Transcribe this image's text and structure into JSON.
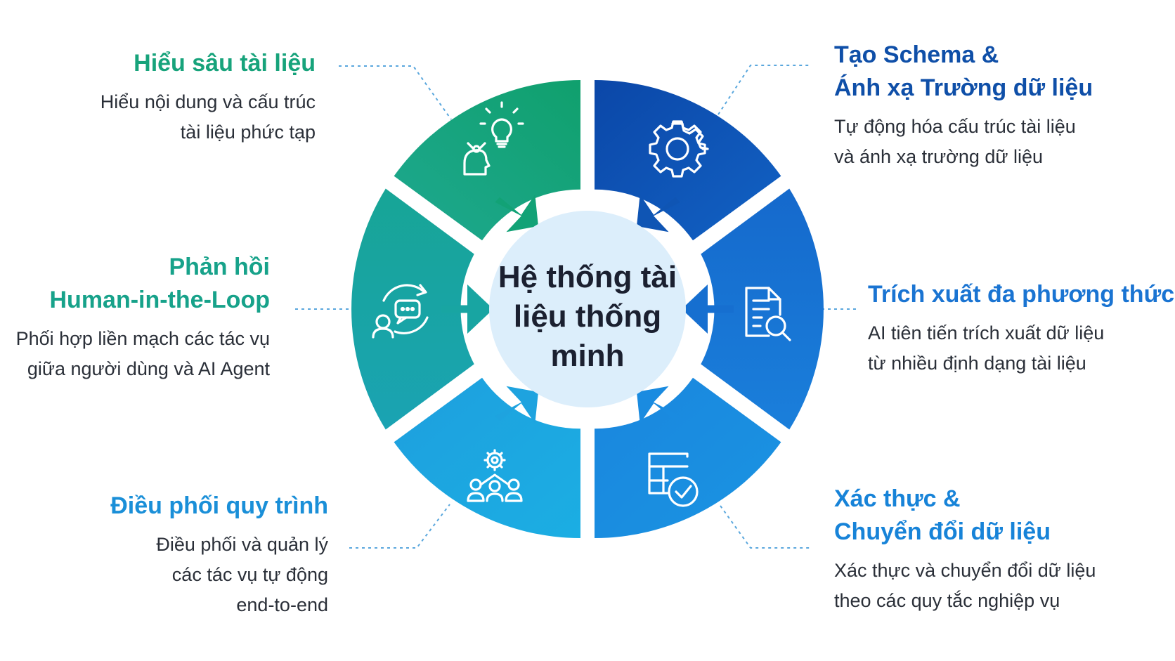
{
  "center": {
    "lines": [
      "Hệ thống",
      "tài liệu",
      "thống minh"
    ]
  },
  "segments": [
    {
      "id": "understand",
      "icon": "idea-head-icon",
      "color": "#17a37b",
      "title": [
        "Hiểu sâu tài liệu"
      ],
      "desc": [
        "Hiểu nội dung và cấu trúc",
        "tài liệu phức tạp"
      ]
    },
    {
      "id": "schema",
      "icon": "gear-icon",
      "color": "#0f52b0",
      "title": [
        "Tạo Schema &",
        "Ánh xạ Trường dữ liệu"
      ],
      "desc": [
        "Tự động hóa cấu trúc tài liệu",
        "và ánh xạ trường dữ liệu"
      ]
    },
    {
      "id": "extract",
      "icon": "document-search-icon",
      "color": "#1777d6",
      "title": [
        "Trích xuất đa phương thức"
      ],
      "desc": [
        "AI tiên tiến trích xuất dữ liệu",
        "từ nhiều định dạng tài liệu"
      ]
    },
    {
      "id": "validate",
      "icon": "table-check-icon",
      "color": "#1a8ee0",
      "title": [
        "Xác thực &",
        "Chuyển đổi dữ liệu"
      ],
      "desc": [
        "Xác thực và chuyển đổi dữ liệu",
        "theo các quy tắc nghiệp vụ"
      ]
    },
    {
      "id": "orchestrate",
      "icon": "team-gear-icon",
      "color": "#1da6df",
      "title": [
        "Điều phối quy trình"
      ],
      "desc": [
        "Điều phối và quản lý",
        "các tác vụ tự động",
        "end-to-end"
      ]
    },
    {
      "id": "feedback",
      "icon": "chat-loop-icon",
      "color": "#18a6a3",
      "title": [
        "Phản hồi",
        "Human-in-the-Loop"
      ],
      "desc": [
        "Phối hợp liền mạch các tác vụ",
        "giữa người dùng và AI Agent"
      ]
    }
  ]
}
